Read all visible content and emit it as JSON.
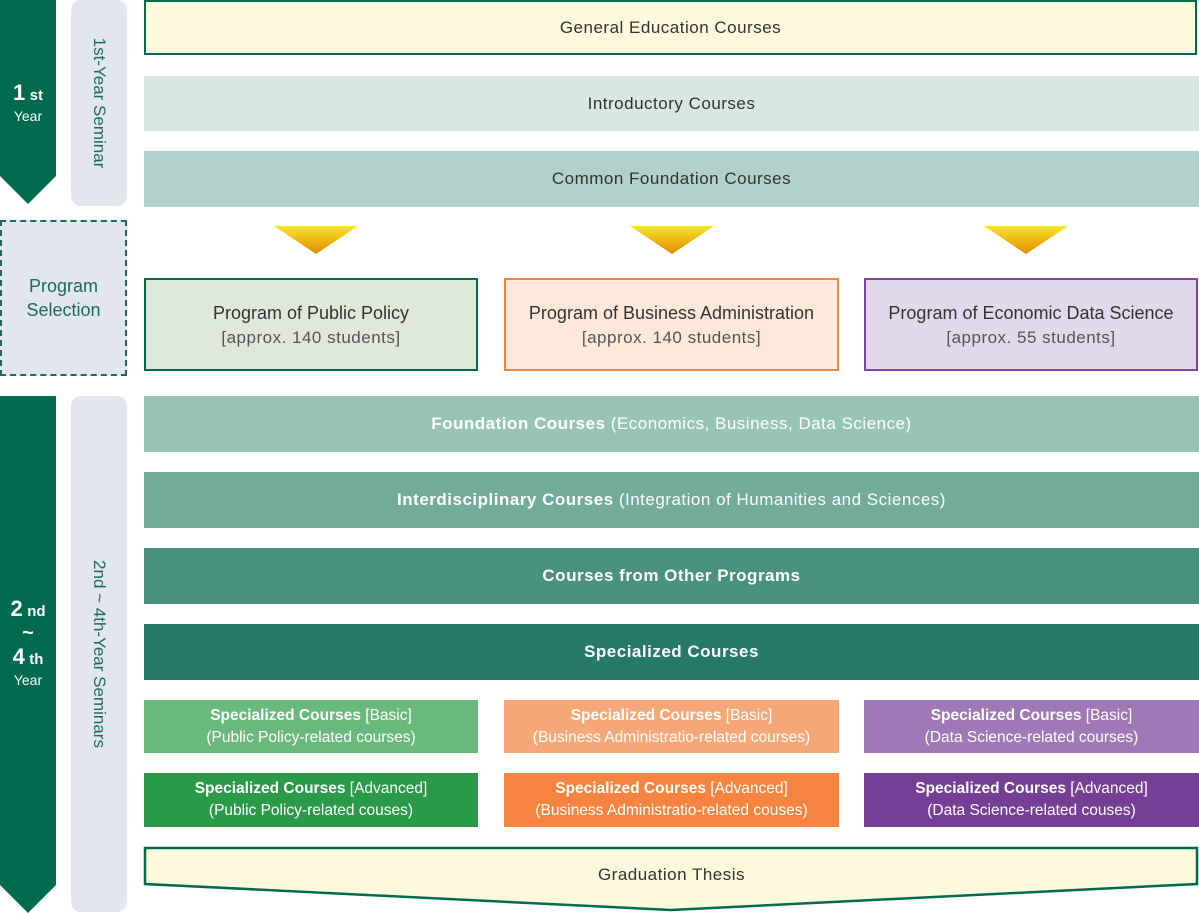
{
  "year_markers": {
    "first": {
      "number": "1",
      "suffix": "st",
      "label": "Year"
    },
    "later": {
      "from_number": "2",
      "from_suffix": "nd",
      "tilde": "~",
      "to_number": "4",
      "to_suffix": "th",
      "label": "Year"
    }
  },
  "seminars": {
    "first": "1st-Year Seminar",
    "later": "2nd ~ 4th-Year Seminars"
  },
  "program_selection": {
    "line1": "Program",
    "line2": "Selection"
  },
  "first_year_courses": [
    {
      "label": "General Education Courses",
      "color": "#fdf9dc"
    },
    {
      "label": "Introductory Courses",
      "color": "#d9e7e4"
    },
    {
      "label": "Common Foundation Courses",
      "color": "#b2d1ca"
    }
  ],
  "programs": [
    {
      "name": "Program of Public Policy",
      "count": "[approx. 140 students]",
      "fill": "#dfe9da",
      "border": "#006a4e"
    },
    {
      "name": "Program of Business Administration",
      "count": "[approx. 140 students]",
      "fill": "#fde8da",
      "border": "#f0873f"
    },
    {
      "name": "Program of Economic Data Science",
      "count": "[approx. 55 students]",
      "fill": "#e1d8ea",
      "border": "#7a48a0"
    }
  ],
  "upper_courses": [
    {
      "bold": "Foundation Courses",
      "rest": " (Economics, Business, Data Science)",
      "color": "#98c3b7"
    },
    {
      "bold": "Interdisciplinary Courses",
      "rest": " (Integration of Humanities and Sciences)",
      "color": "#73ab9b"
    },
    {
      "bold": "Courses from Other Programs",
      "rest": "",
      "color": "#4b927e"
    },
    {
      "bold": "Specialized Courses",
      "rest": "",
      "color": "#267a67"
    }
  ],
  "specialized": {
    "basic": [
      {
        "bold": "Specialized Courses",
        "level": " [Basic]",
        "detail": "(Public Policy-related courses)",
        "color": "#6ab97c"
      },
      {
        "bold": "Specialized Courses",
        "level": " [Basic]",
        "detail": "(Business Administratio-related courses)",
        "color": "#f6a878"
      },
      {
        "bold": "Specialized Courses",
        "level": " [Basic]",
        "detail": "(Data Science-related courses)",
        "color": "#9e79b5"
      }
    ],
    "advanced": [
      {
        "bold": "Specialized Courses",
        "level": " [Advanced]",
        "detail": "(Public Policy-related couses)",
        "color": "#2b9a48"
      },
      {
        "bold": "Specialized Courses",
        "level": " [Advanced]",
        "detail": "(Business Administratio-related couses)",
        "color": "#f4843f"
      },
      {
        "bold": "Specialized Courses",
        "level": " [Advanced]",
        "detail": "(Data Science-related couses)",
        "color": "#763f96"
      }
    ]
  },
  "graduation": {
    "label": "Graduation Thesis"
  }
}
